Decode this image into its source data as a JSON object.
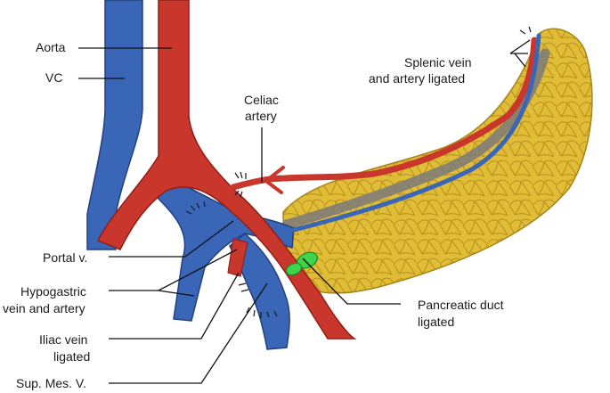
{
  "labels": {
    "aorta": "Aorta",
    "vc": "VC",
    "celiac_line1": "Celiac",
    "celiac_line2": "artery",
    "splenic_line1": "Splenic vein",
    "splenic_line2": "and artery ligated",
    "portal": "Portal v.",
    "hypogastric_line1": "Hypogastric",
    "hypogastric_line2": "vein and artery",
    "iliac_line1": "Iliac vein",
    "iliac_line2": "ligated",
    "sup_mes": "Sup. Mes. V.",
    "pancreatic_line1": "Pancreatic duct",
    "pancreatic_line2": "ligated"
  },
  "colors": {
    "artery": "#c8362c",
    "artery_dark": "#8f1f17",
    "vein": "#3a66b8",
    "vein_dark": "#22407e",
    "pancreas": "#e1bd37",
    "pancreas_dark": "#a7851a",
    "duct": "#808080",
    "ligature": "#3fd44a",
    "leader": "#111111"
  }
}
